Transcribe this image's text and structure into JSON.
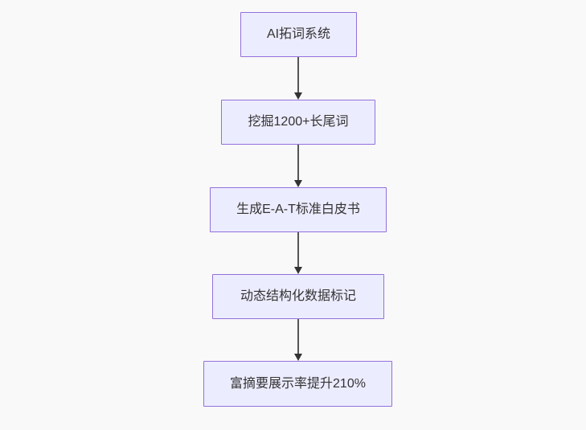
{
  "diagram": {
    "type": "flowchart",
    "direction": "top-down",
    "nodes": [
      {
        "id": "n1",
        "label": "AI拓词系统"
      },
      {
        "id": "n2",
        "label": "挖掘1200+长尾词"
      },
      {
        "id": "n3",
        "label": "生成E-A-T标准白皮书"
      },
      {
        "id": "n4",
        "label": "动态结构化数据标记"
      },
      {
        "id": "n5",
        "label": "富摘要展示率提升210%"
      }
    ],
    "edges": [
      {
        "from": "n1",
        "to": "n2",
        "arrow": "down"
      },
      {
        "from": "n2",
        "to": "n3",
        "arrow": "down"
      },
      {
        "from": "n3",
        "to": "n4",
        "arrow": "down"
      },
      {
        "from": "n4",
        "to": "n5",
        "arrow": "down"
      }
    ],
    "colors": {
      "background": "#f9f9f9",
      "node_fill": "#ECECFF",
      "node_border": "#9370DB",
      "text": "#333333",
      "edge_line": "#555555",
      "arrowhead": "#333333"
    }
  }
}
